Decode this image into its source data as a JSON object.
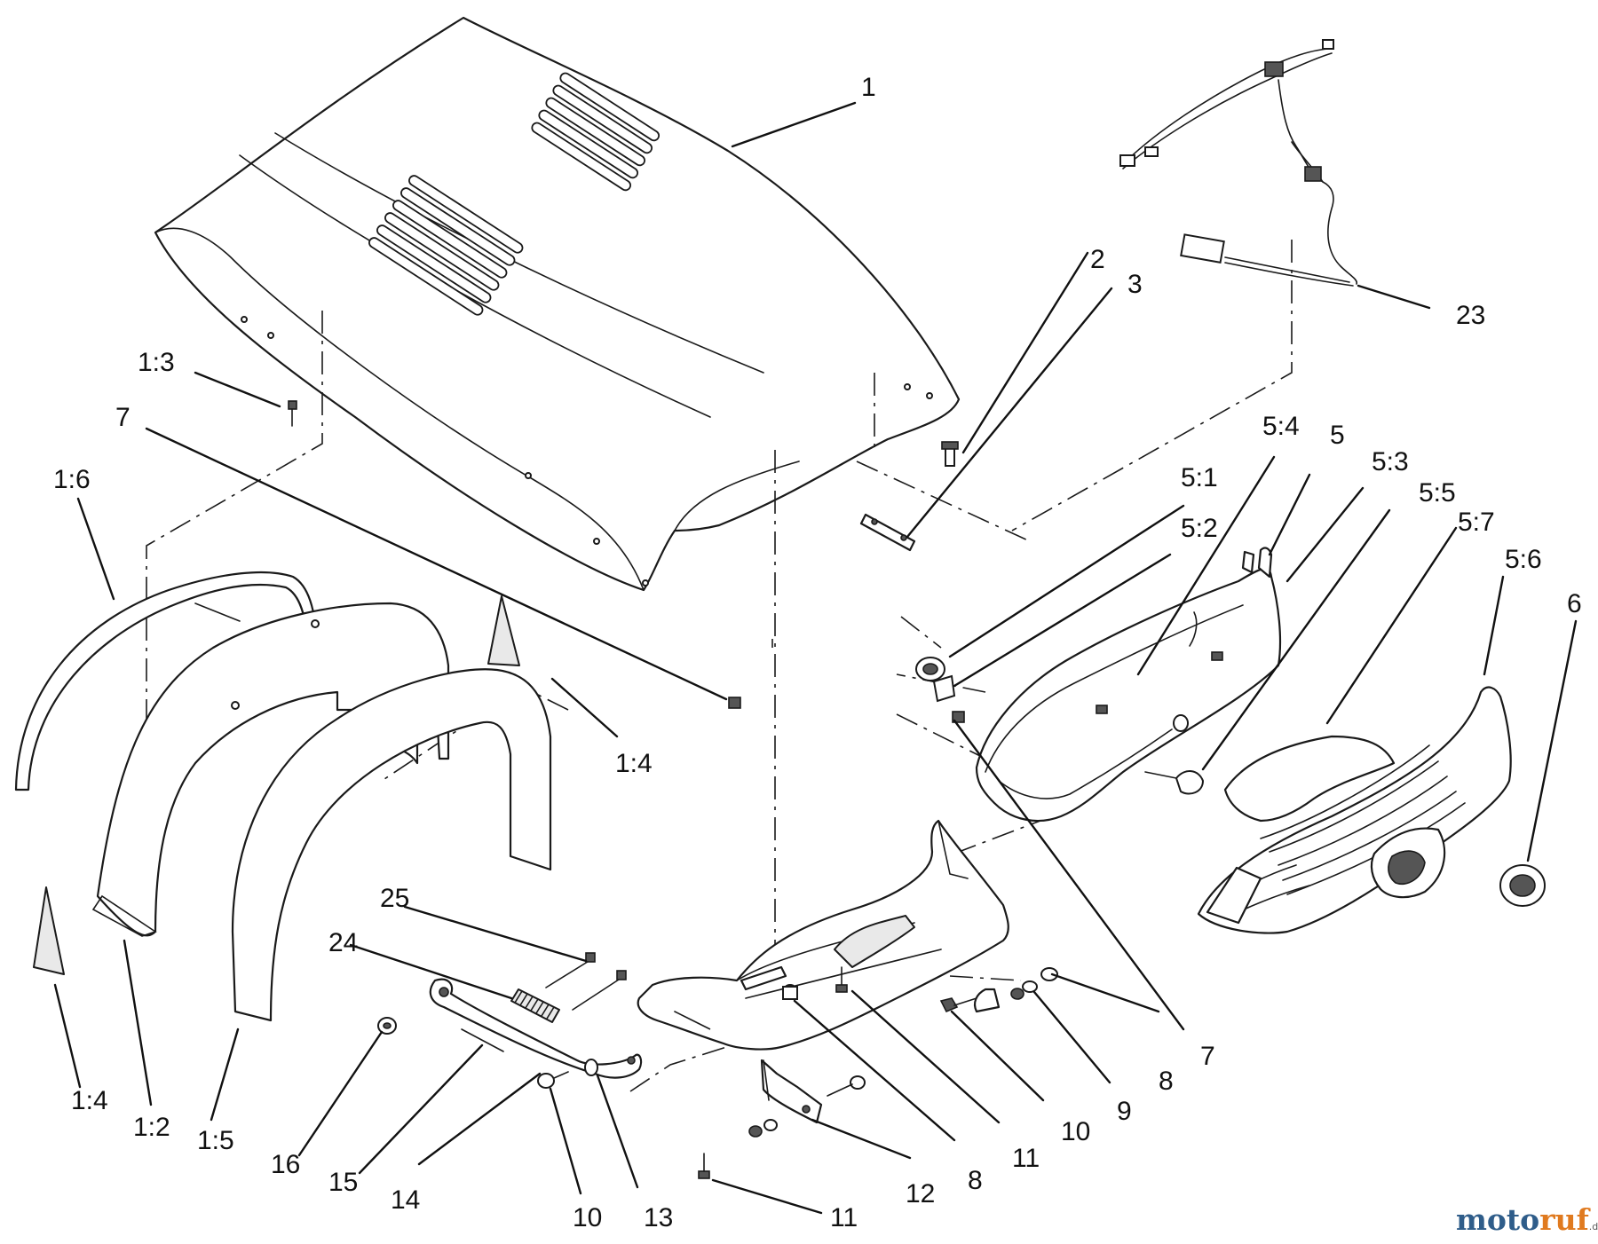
{
  "callouts": {
    "c1": "1",
    "c2": "2",
    "c3": "3",
    "c1_3": "1:3",
    "c7_top": "7",
    "c1_6": "1:6",
    "c1_4_right": "1:4",
    "c5_4": "5:4",
    "c5": "5",
    "c5_3": "5:3",
    "c5_1": "5:1",
    "c5_5": "5:5",
    "c5_2": "5:2",
    "c5_7": "5:7",
    "c5_6": "5:6",
    "c6": "6",
    "c23": "23",
    "c7_right": "7",
    "c8_right": "8",
    "c9": "9",
    "c10_right": "10",
    "c11_upper": "11",
    "c8_lower": "8",
    "c12": "12",
    "c11_lower": "11",
    "c25": "25",
    "c24": "24",
    "c16": "16",
    "c15": "15",
    "c14": "14",
    "c13": "13",
    "c10_lower": "10",
    "c1_4_left": "1:4",
    "c1_2": "1:2",
    "c1_5": "1:5"
  },
  "watermark": {
    "part1": "moto",
    "part2": "ruf",
    "suffix": ".de"
  }
}
